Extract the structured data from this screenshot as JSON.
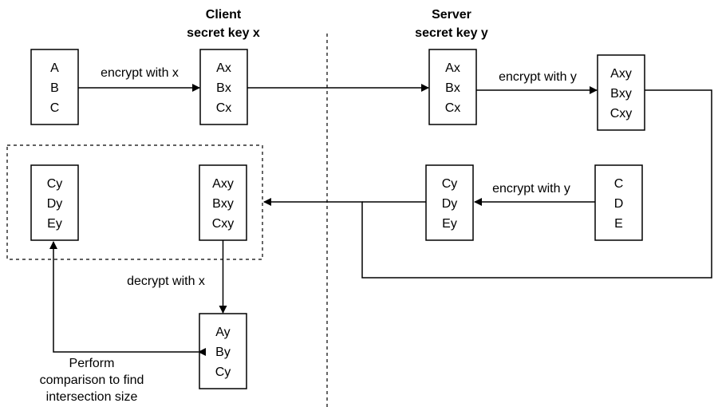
{
  "client": {
    "title": "Client",
    "subtitle": "secret key x"
  },
  "server": {
    "title": "Server",
    "subtitle": "secret key y"
  },
  "boxes": {
    "client_input": [
      "A",
      "B",
      "C"
    ],
    "client_enc_x": [
      "Ax",
      "Bx",
      "Cx"
    ],
    "server_recv_x": [
      "Ax",
      "Bx",
      "Cx"
    ],
    "server_enc_xy": [
      "Axy",
      "Bxy",
      "Cxy"
    ],
    "server_input": [
      "C",
      "D",
      "E"
    ],
    "server_enc_y": [
      "Cy",
      "Dy",
      "Ey"
    ],
    "client_recv_y": [
      "Cy",
      "Dy",
      "Ey"
    ],
    "client_recv_xy": [
      "Axy",
      "Bxy",
      "Cxy"
    ],
    "client_dec": [
      "Ay",
      "By",
      "Cy"
    ]
  },
  "labels": {
    "encrypt_x": "encrypt with x",
    "encrypt_y_top": "encrypt with y",
    "encrypt_y_bottom": "encrypt with y",
    "decrypt_x": "decrypt with x",
    "compare": [
      "Perform",
      "comparison to find",
      "intersection size"
    ]
  }
}
